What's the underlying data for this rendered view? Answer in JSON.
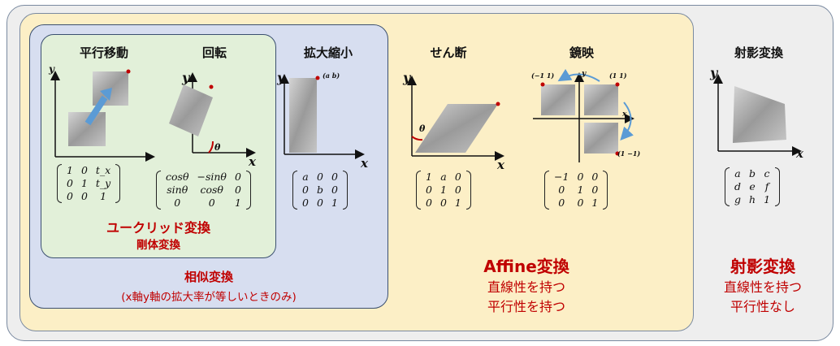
{
  "titles": {
    "translation": "平行移動",
    "rotation": "回転",
    "scaling": "拡大縮小",
    "shear": "せん断",
    "reflection": "鏡映",
    "projective": "射影変換"
  },
  "groups": {
    "euclidean": "ユークリッド変換",
    "rigid": "剛体変換",
    "similarity": "相似変換",
    "similarity_note": "(x軸y軸の拡大率が等しいときのみ)",
    "affine": "Affine変換",
    "affine_prop1": "直線性を持つ",
    "affine_prop2": "平行性を持つ",
    "projective": "射影変換",
    "projective_prop1": "直線性を持つ",
    "projective_prop2": "平行性なし"
  },
  "axis": {
    "x": "x",
    "y": "y",
    "theta": "θ"
  },
  "matrices": {
    "translation": [
      [
        "1",
        "0",
        "t_x"
      ],
      [
        "0",
        "1",
        "t_y"
      ],
      [
        "0",
        "0",
        "1"
      ]
    ],
    "rotation": [
      [
        "cosθ",
        "−sinθ",
        "0"
      ],
      [
        "sinθ",
        "cosθ",
        "0"
      ],
      [
        "0",
        "0",
        "1"
      ]
    ],
    "scaling": [
      [
        "a",
        "0",
        "0"
      ],
      [
        "0",
        "b",
        "0"
      ],
      [
        "0",
        "0",
        "1"
      ]
    ],
    "shear": [
      [
        "1",
        "a",
        "0"
      ],
      [
        "0",
        "1",
        "0"
      ],
      [
        "0",
        "0",
        "1"
      ]
    ],
    "reflection": [
      [
        "−1",
        "0",
        "0"
      ],
      [
        "0",
        "1",
        "0"
      ],
      [
        "0",
        "0",
        "1"
      ]
    ],
    "projective": [
      [
        "a",
        "b",
        "c"
      ],
      [
        "d",
        "e",
        "f"
      ],
      [
        "g",
        "h",
        "1"
      ]
    ]
  },
  "point_labels": {
    "scaling": "(a b)",
    "reflect_tl": "(−1 1)",
    "reflect_tr": "(1 1)",
    "reflect_br": "(1 −1)"
  },
  "colors": {
    "outer_bg": "#eeeeee",
    "affine_bg": "#fcefc6",
    "similarity_bg": "#d7def0",
    "euclid_bg": "#e2f0d9",
    "accent_red": "#c00000",
    "arrow_blue": "#5b9bd5"
  }
}
